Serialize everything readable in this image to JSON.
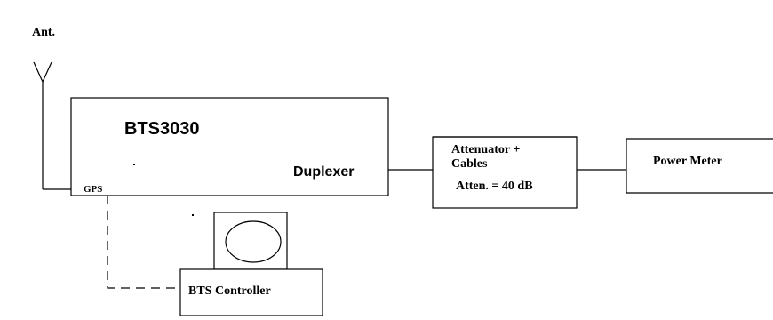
{
  "antenna": {
    "label": "Ant."
  },
  "bts": {
    "title": "BTS3030",
    "duplexer_label": "Duplexer",
    "gps_label": "GPS"
  },
  "attenuator": {
    "line1": "Attenuator +",
    "line2": "Cables",
    "line3": "Atten. = 40 dB"
  },
  "power_meter": {
    "label": "Power Meter"
  },
  "bts_controller": {
    "label": "BTS Controller"
  }
}
